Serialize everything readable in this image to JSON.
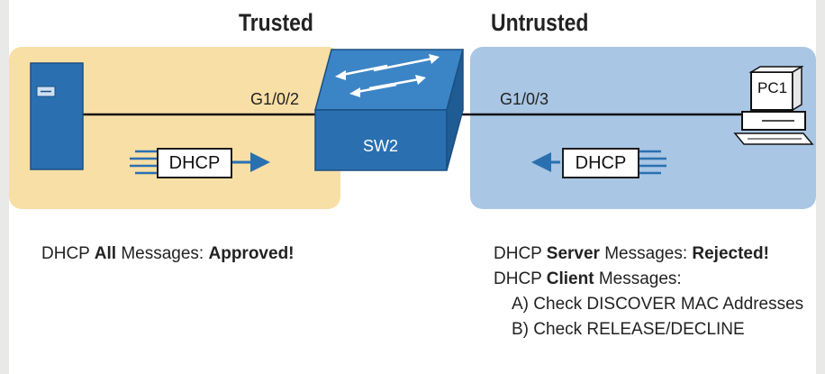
{
  "zones": {
    "trusted_title": "Trusted",
    "untrusted_title": "Untrusted"
  },
  "devices": {
    "switch_label": "SW2",
    "pc_label": "PC1",
    "port_left": "G1/0/2",
    "port_right": "G1/0/3"
  },
  "messages": {
    "left_dhcp": "DHCP",
    "right_dhcp": "DHCP"
  },
  "notes": {
    "trusted": {
      "prefix": "DHCP ",
      "bold1": "All",
      "middle": " Messages: ",
      "bold2": "Approved!"
    },
    "untrusted": {
      "line1_prefix": "DHCP ",
      "line1_bold": "Server",
      "line1_middle": " Messages: ",
      "line1_bold2": "Rejected!",
      "line2_prefix": "DHCP ",
      "line2_bold": "Client",
      "line2_suffix": " Messages:",
      "line3": "A) Check DISCOVER MAC Addresses",
      "line4": "B) Check RELEASE/DECLINE"
    }
  },
  "colors": {
    "trusted_zone": "#f8dfa5",
    "untrusted_zone": "#a9c6e4",
    "switch_blue": "#2a70b0",
    "arrow_blue": "#2a70b0"
  },
  "icons": [
    "server-icon",
    "switch-icon",
    "pc-icon",
    "arrow-right-icon",
    "arrow-left-icon"
  ]
}
